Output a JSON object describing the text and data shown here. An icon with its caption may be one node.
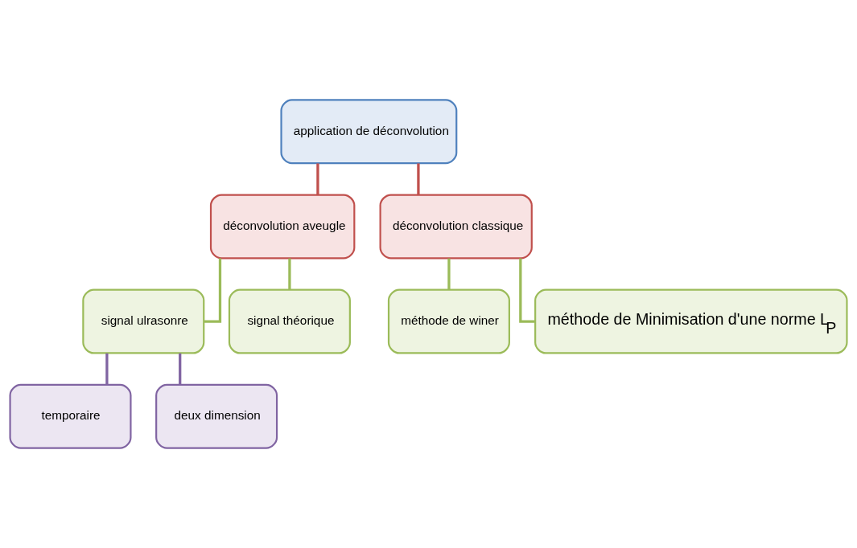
{
  "diagram": {
    "nodes": [
      {
        "text": [
          "application de déconvolution"
        ]
      },
      {
        "text": [
          "déconvolution aveugle"
        ]
      },
      {
        "text": [
          "déconvolution classique"
        ]
      },
      {
        "text": [
          "signal ulrasonre"
        ]
      },
      {
        "text": [
          "signal théorique"
        ]
      },
      {
        "text": [
          "méthode de winer"
        ]
      },
      {
        "text": [
          "méthode de Minimisation d'une norme L$_{P}$"
        ]
      },
      {
        "text": [
          "temporaire"
        ]
      },
      {
        "text": [
          "deux dimension"
        ]
      }
    ],
    "edges": [
      {
        "from": 0,
        "to": 1,
        "arrow": "none",
        "color": "#c0504d"
      },
      {
        "from": 0,
        "to": 2,
        "arrow": "none",
        "color": "#c0504d"
      },
      {
        "from": 1,
        "to": 3,
        "arrow": "none"
      },
      {
        "from": 1,
        "to": 4,
        "arrow": "none"
      },
      {
        "from": 2,
        "to": 5,
        "arrow": "none"
      },
      {
        "from": 2,
        "to": 6,
        "arrow": "none"
      },
      {
        "from": 3,
        "to": 7,
        "arrow": "none",
        "color": "#8064a2"
      },
      {
        "from": 3,
        "to": 8,
        "arrow": "none",
        "color": "#8064a2"
      }
    ]
  }
}
